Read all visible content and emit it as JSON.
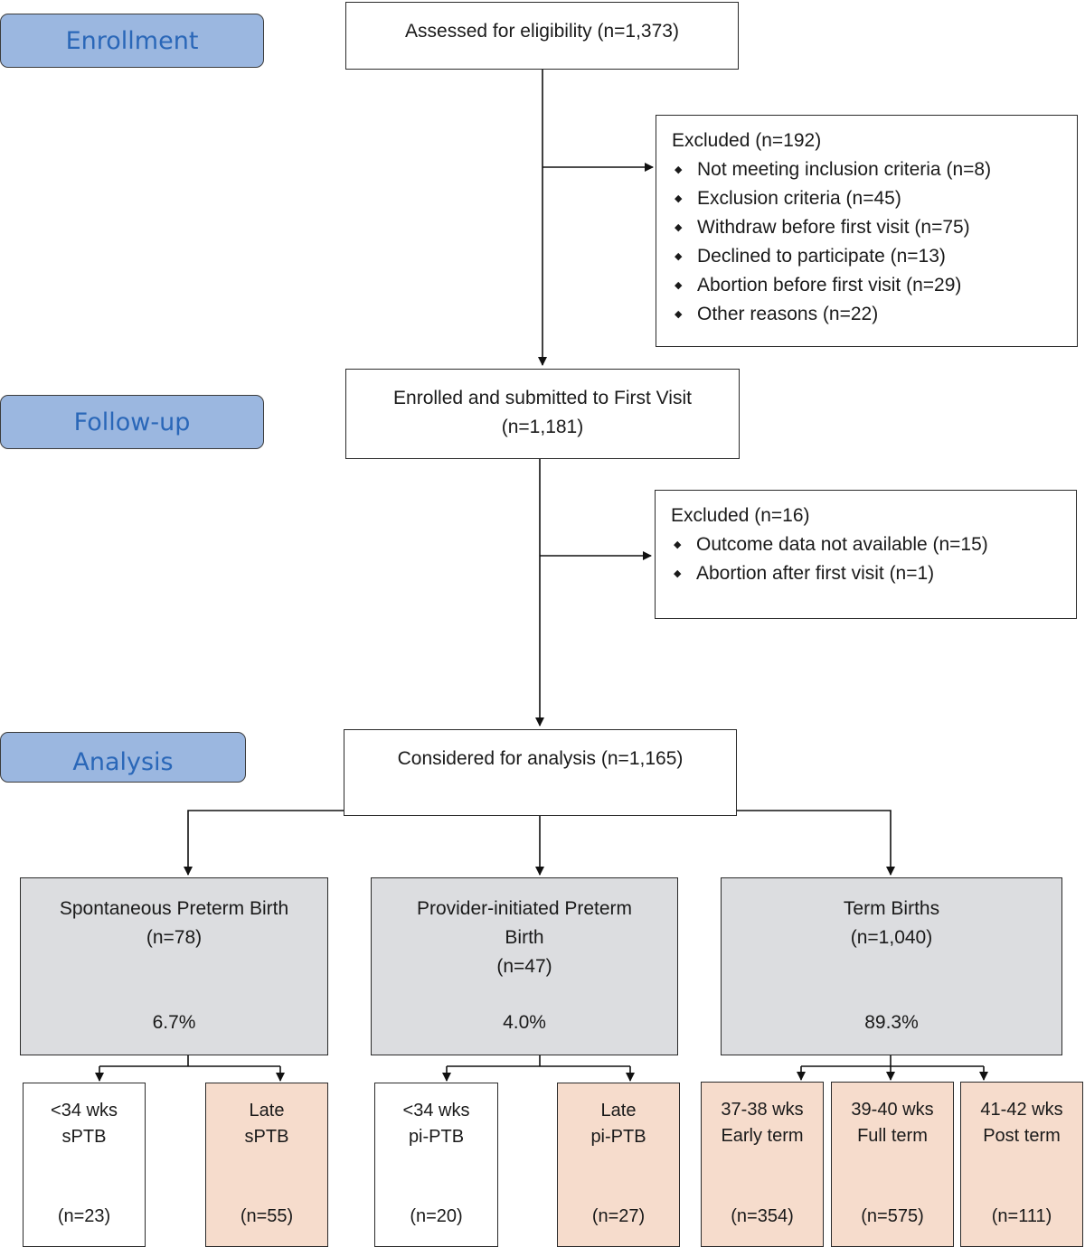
{
  "stages": {
    "enrollment": "Enrollment",
    "followup": "Follow-up",
    "analysis": "Analysis"
  },
  "assessed": "Assessed for eligibility (n=1,373)",
  "excluded1": {
    "heading": "Excluded (n=192)",
    "items": [
      "Not meeting inclusion criteria (n=8)",
      "Exclusion criteria (n=45)",
      "Withdraw before first visit (n=75)",
      "Declined to participate (n=13)",
      "Abortion before first visit (n=29)",
      "Other reasons (n=22)"
    ]
  },
  "enrolled": {
    "line1": "Enrolled and submitted to First Visit",
    "line2": "(n=1,181)"
  },
  "excluded2": {
    "heading": "Excluded (n=16)",
    "items": [
      "Outcome data not available (n=15)",
      "Abortion after first visit (n=1)"
    ]
  },
  "considered": "Considered for analysis (n=1,165)",
  "categories": {
    "sptb": {
      "line1": "Spontaneous Preterm Birth",
      "line2": "(n=78)",
      "pct": "6.7%"
    },
    "piptb": {
      "line1": "Provider-initiated Preterm",
      "line2": "Birth",
      "line3": "(n=47)",
      "pct": "4.0%"
    },
    "term": {
      "line1": "Term Births",
      "line2": "(n=1,040)",
      "pct": "89.3%"
    }
  },
  "subgroups": {
    "sptb_early": {
      "line1": "<34 wks",
      "line2": "sPTB",
      "n": "(n=23)"
    },
    "sptb_late": {
      "line1": "Late",
      "line2": "sPTB",
      "n": "(n=55)"
    },
    "pi_early": {
      "line1": "<34 wks",
      "line2": "pi-PTB",
      "n": "(n=20)"
    },
    "pi_late": {
      "line1": "Late",
      "line2": "pi-PTB",
      "n": "(n=27)"
    },
    "early_term": {
      "line1": "37-38 wks",
      "line2": "Early term",
      "n": "(n=354)"
    },
    "full_term": {
      "line1": "39-40 wks",
      "line2": "Full term",
      "n": "(n=575)"
    },
    "post_term": {
      "line1": "41-42 wks",
      "line2": "Post term",
      "n": "(n=111)"
    }
  },
  "colors": {
    "stage_fill": "#9bb7e0",
    "stage_text": "#2a67b8",
    "category_fill": "#dcdde0",
    "late_fill": "#f6dccc"
  }
}
